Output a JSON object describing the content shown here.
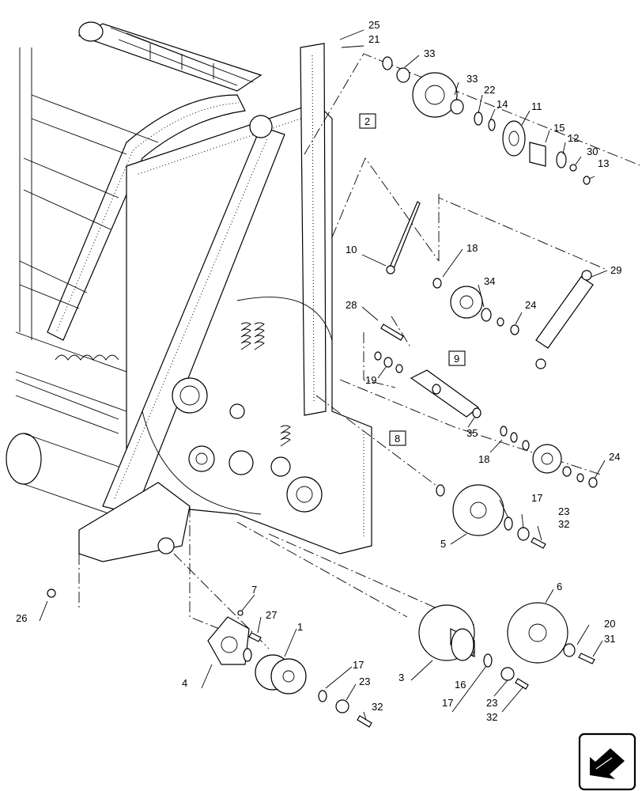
{
  "callouts": [
    "25",
    "21",
    "33",
    "33",
    "22",
    "14",
    "11",
    "15",
    "12",
    "30",
    "13",
    "2",
    "10",
    "18",
    "34",
    "24",
    "29",
    "28",
    "19",
    "9",
    "35",
    "8",
    "18",
    "24",
    "17",
    "23",
    "32",
    "5",
    "6",
    "20",
    "31",
    "26",
    "7",
    "27",
    "1",
    "4",
    "17",
    "23",
    "32",
    "3",
    "16",
    "17",
    "23",
    "32"
  ],
  "boxed_callouts": [
    "2",
    "9",
    "8"
  ],
  "nav_icon": "arrow-icon"
}
